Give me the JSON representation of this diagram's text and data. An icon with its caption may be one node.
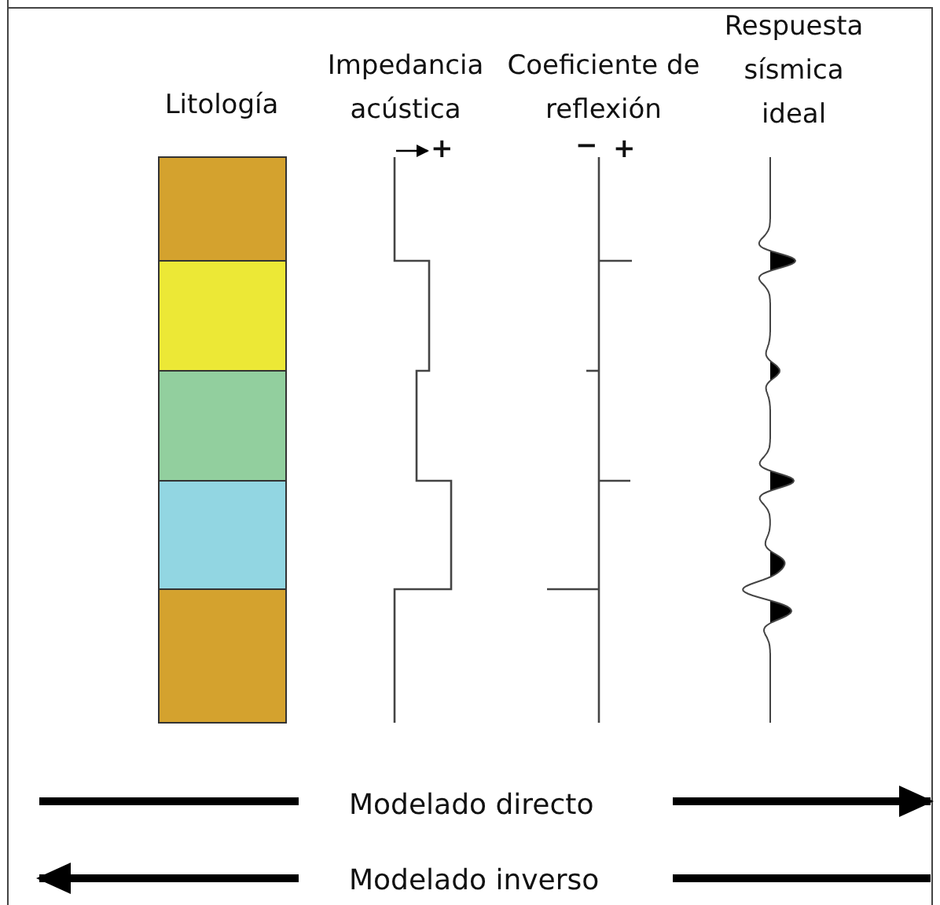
{
  "diagram": {
    "labels": [
      "Litología",
      "Impedancia acústica",
      "Coeficiente de reflexión",
      "Respuesta sísmica ideal",
      "+",
      "−",
      "+",
      "Modelado directo",
      "Modelado inverso"
    ]
  }
}
